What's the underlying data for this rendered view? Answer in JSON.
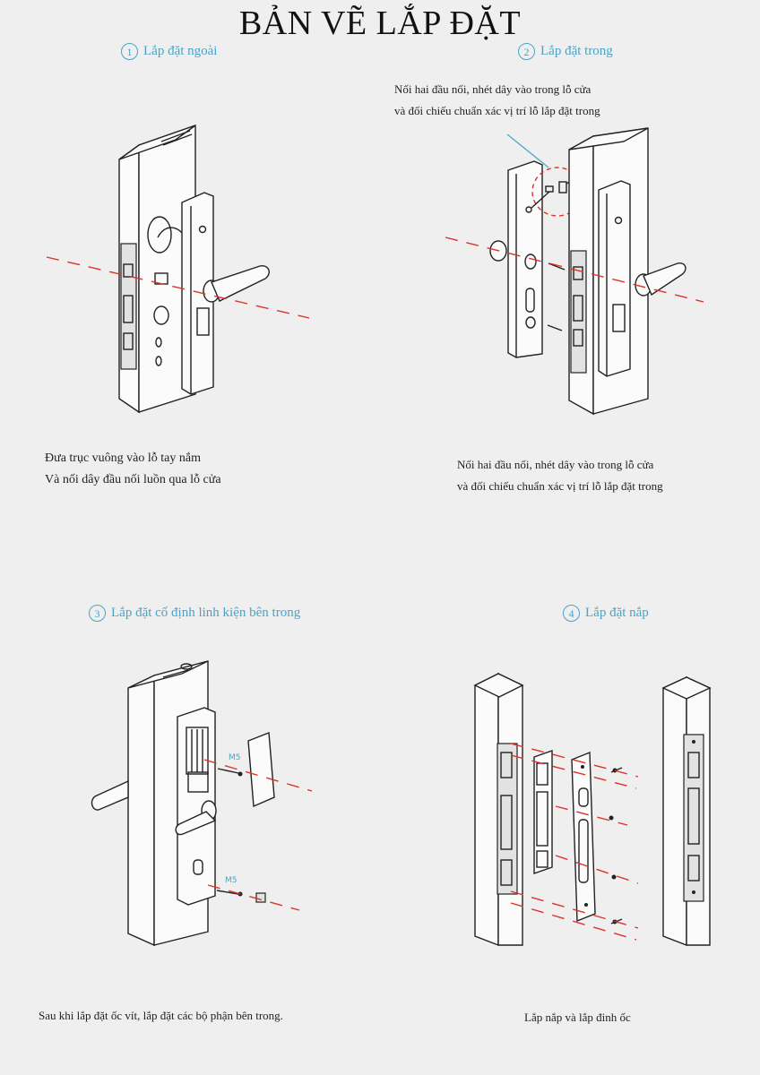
{
  "page_title": "BẢN VẼ LẮP ĐẶT",
  "steps": [
    {
      "number": "1",
      "heading": "Lắp đặt ngoài",
      "caption_lines": [
        "Đưa trục vuông vào lỗ tay nắm",
        "Và nối dây đầu nối luồn qua lỗ cửa"
      ]
    },
    {
      "number": "2",
      "heading": "Lắp đặt trong",
      "note_lines": [
        "Nối hai đầu nối, nhét dây vào trong lỗ cửa",
        "và đối chiếu chuẩn xác vị trí lỗ lắp đặt trong"
      ],
      "caption_lines": [
        "Nối hai đầu nối, nhét dây vào trong lỗ cửa",
        "và đối chiếu chuẩn xác vị trí lỗ lắp đặt trong"
      ]
    },
    {
      "number": "3",
      "heading": "Lắp đặt cố định linh kiện bên trong",
      "screw_label": "M5",
      "caption_lines": [
        "Sau khi lắp đặt ốc vít, lắp đặt các bộ phận bên trong."
      ]
    },
    {
      "number": "4",
      "heading": "Lắp đặt nắp",
      "caption_lines": [
        "Lắp nắp và lắp đinh ốc"
      ]
    }
  ],
  "colors": {
    "accent": "#4aa3c6",
    "guide_line": "#d9342b",
    "background": "#efefef"
  }
}
